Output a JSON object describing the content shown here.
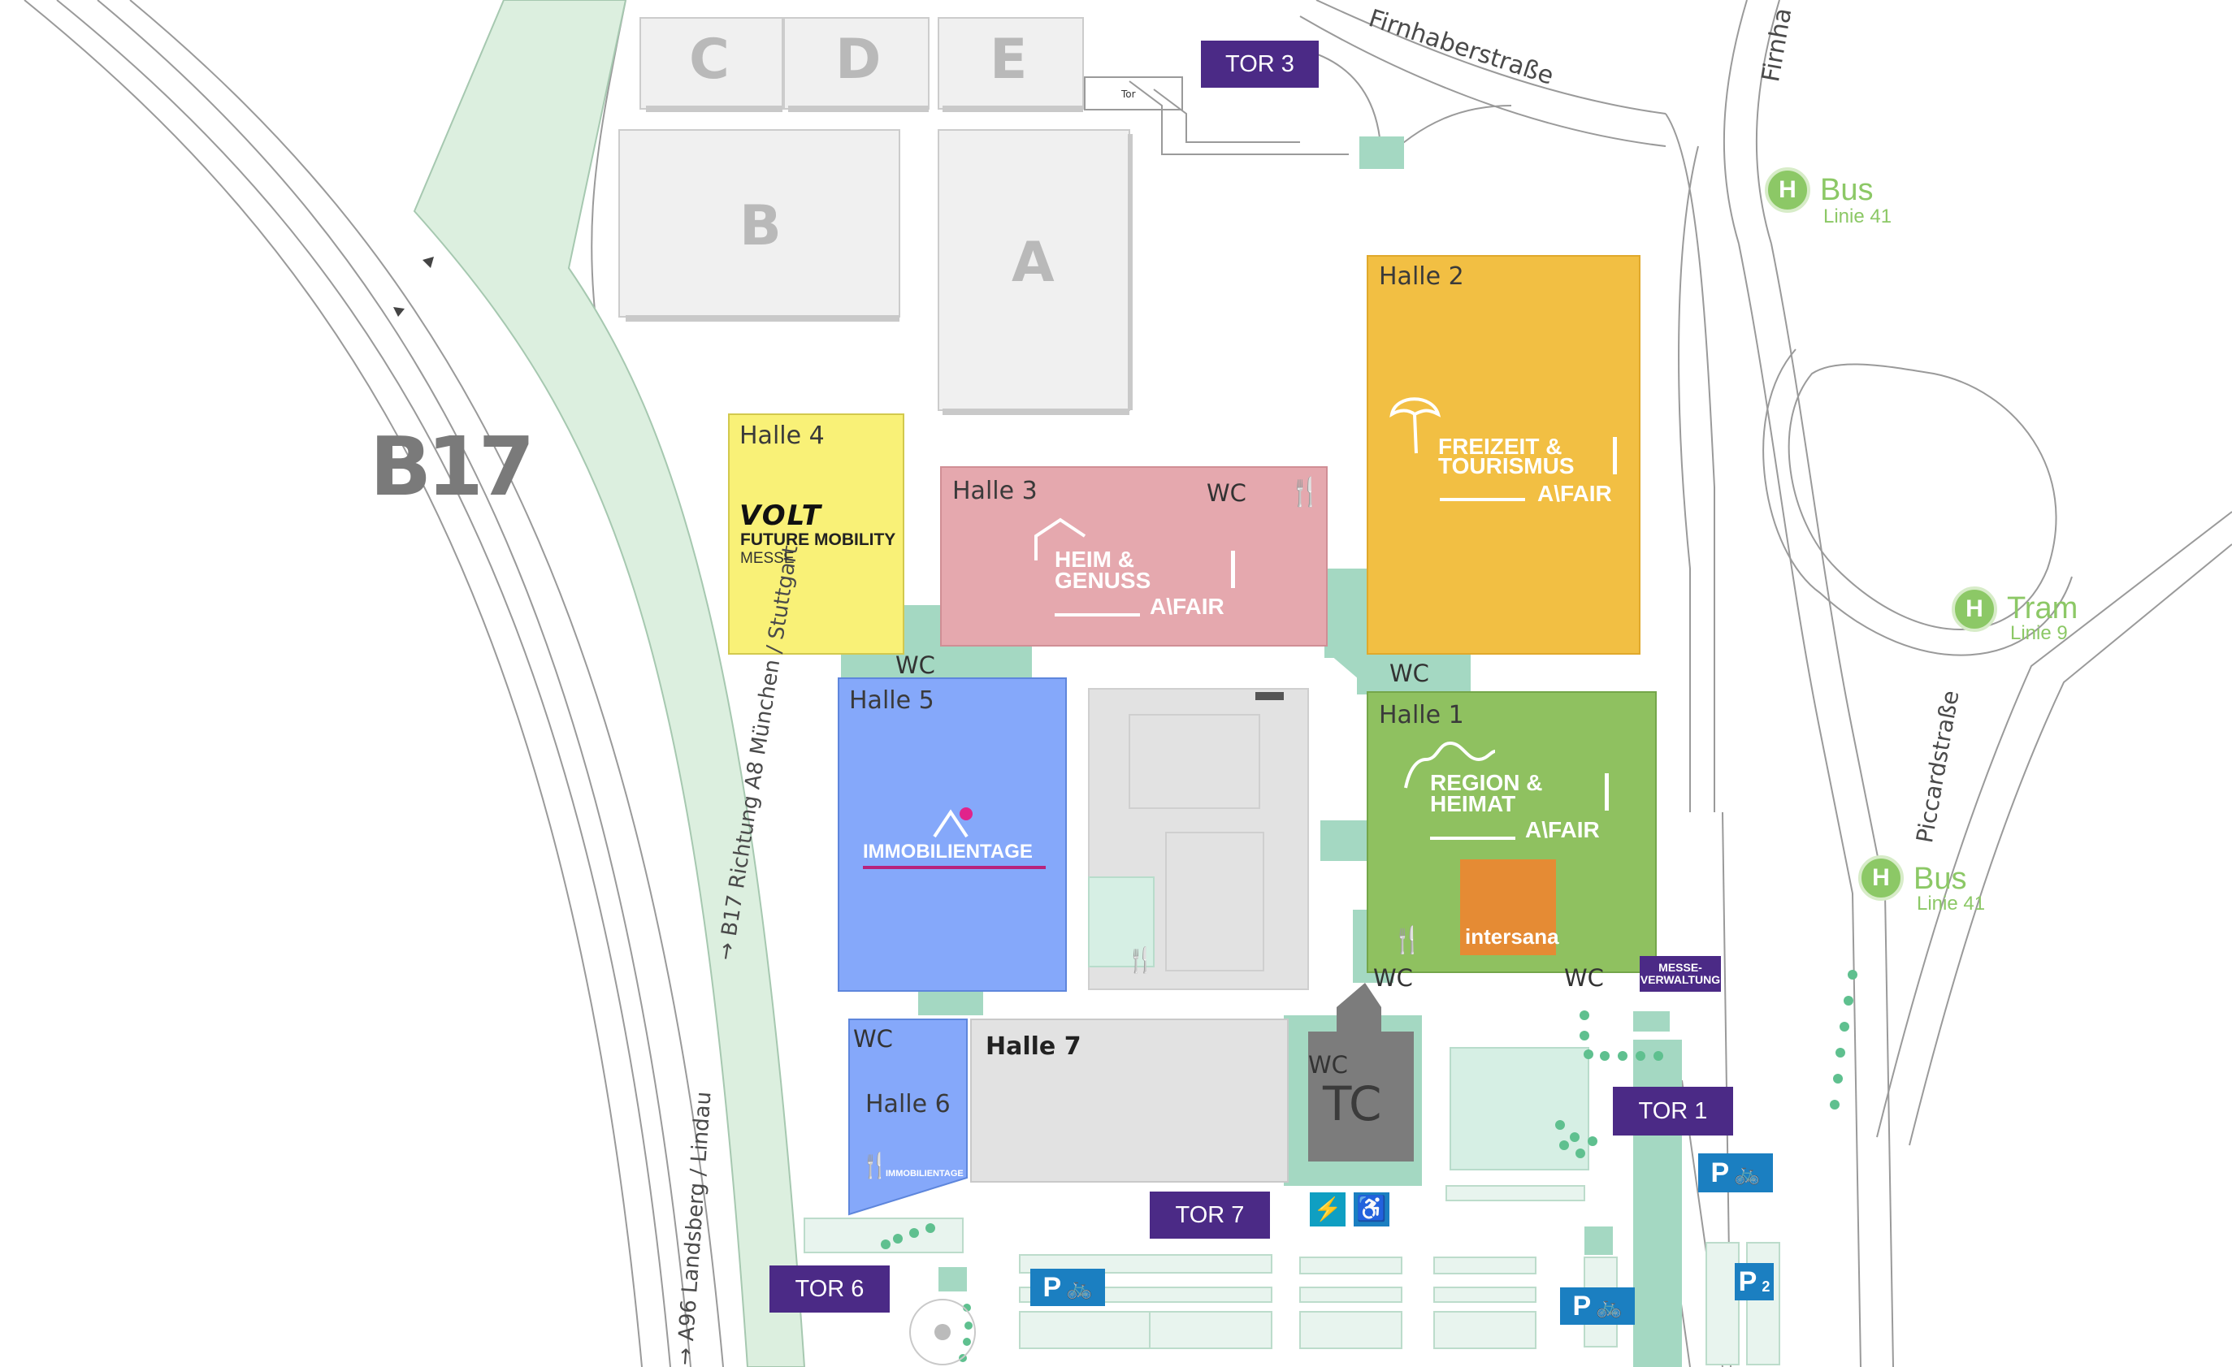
{
  "map": {
    "road_label": "B17",
    "streets": {
      "firnhaber": "Firnhaberstraße",
      "firnha_cut": "Firnha",
      "piccard": "Piccardstraße",
      "b17_north": "→ B17 Richtung A8 München / Stuttgart",
      "b17_south": "→ A96 Landsberg / Lindau"
    },
    "tor_small": "Tor",
    "outdoor_areas": {
      "a": "A",
      "b": "B",
      "c": "C",
      "d": "D",
      "e": "E"
    },
    "halls": {
      "h1": "Halle 1",
      "h2": "Halle 2",
      "h3": "Halle 3",
      "h4": "Halle 4",
      "h5": "Halle 5",
      "h6": "Halle 6",
      "h7": "Halle 7",
      "tc": "TC"
    },
    "wc": "WC",
    "brands": {
      "freizeit_line1": "FREIZEIT &",
      "freizeit_line2": "TOURISMUS",
      "afair": "A\\FAIR",
      "heim_line1": "HEIM &",
      "heim_line2": "GENUSS",
      "region_line1": "REGION &",
      "region_line2": "HEIMAT",
      "volt_title": "VOLT",
      "volt_line2": "FUTURE MOBILITY",
      "volt_line3": "MESSE",
      "immobilien": "IMMOBILIENTAGE",
      "intersana": "intersana"
    },
    "gates": {
      "tor1": "TOR 1",
      "tor3": "TOR 3",
      "tor6": "TOR 6",
      "tor7": "TOR 7",
      "messe_line1": "MESSE-",
      "messe_line2": "VERWALTUNG"
    },
    "stops": {
      "h": "H",
      "bus": "Bus",
      "bus_line": "Linie 41",
      "tram": "Tram",
      "tram_line": "Linie 9"
    },
    "parking": {
      "p": "P",
      "p2": "P",
      "p2_sub": "2",
      "bike": "🚲"
    },
    "colors": {
      "halle1": "#8fc160",
      "halle2": "#f2bf43",
      "halle3": "#e5a8ae",
      "halle4": "#f9f177",
      "halle5": "#85a8fa",
      "halle6": "#85a8fa",
      "gate": "#4b2a86",
      "stop": "#8cc866",
      "parking": "#1b7fc1",
      "corridor": "#a4d8c2",
      "intersana": "#e58b34"
    }
  }
}
